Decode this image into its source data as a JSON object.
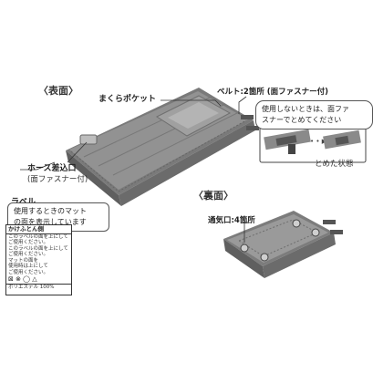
{
  "sections": {
    "front": "〈表面〉",
    "back": "〈裏面〉"
  },
  "labels": {
    "pillow_pocket": "まくらポケット",
    "belt": "ベルト:2箇所 (面ファスナー付)",
    "belt_note": [
      "使用しないときは、面ファ",
      "スナーでとめてください"
    ],
    "fastened_state": "とめた状態",
    "hose_inlet": "ホース差込口",
    "hose_inlet_sub": "(面ファスナー付)",
    "label": "ラベル",
    "label_note": [
      "使用するときのマット",
      "の面を表示しています"
    ],
    "vent": "通気口:4箇所"
  },
  "care_tag": {
    "title": "かけふとん側",
    "lines": [
      "このラベルの面を上にして",
      "ご使用ください。",
      "このラベルの面を上にして",
      "ご使用ください。",
      "マットの面を",
      "使用時は上にして",
      "ご使用ください。",
      "ポリエステル 100%"
    ]
  },
  "colors": {
    "mat": "#8e8e8e",
    "mat_dark": "#6f6f6f",
    "mat_light": "#a8a8a8",
    "bubble_border": "#555555"
  }
}
